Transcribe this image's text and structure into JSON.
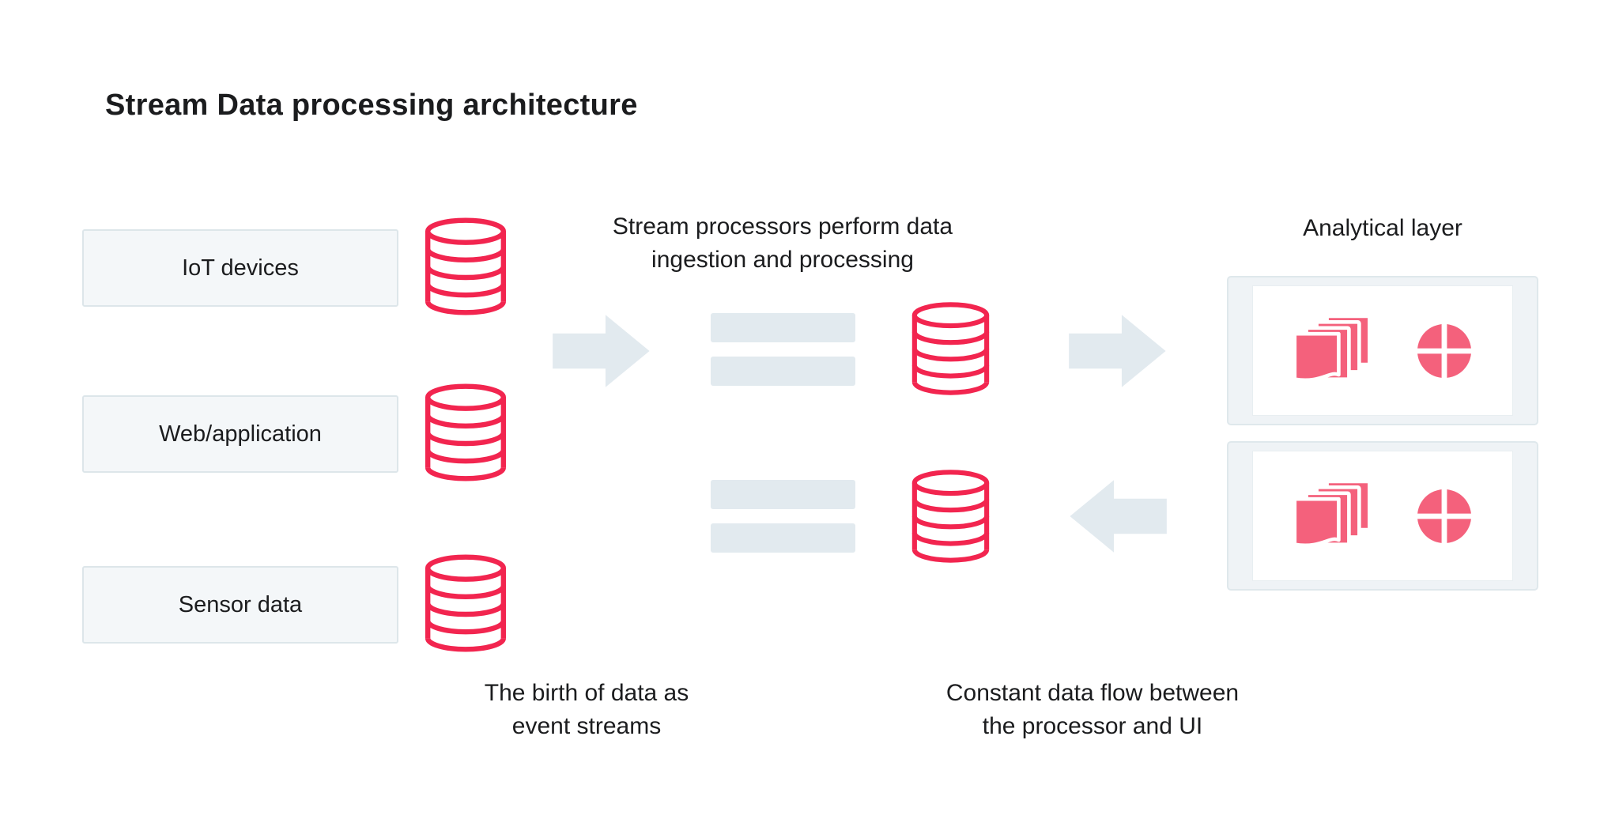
{
  "title": "Stream Data processing architecture",
  "colors": {
    "pink": "#F2254F",
    "soft_pink": "#F4617C",
    "steel": "#E2EAEF",
    "box_bg": "#F4F7F9",
    "box_border": "#DDE6EA",
    "card_bg": "#EFF3F6",
    "card_border": "#DFE8EC",
    "text": "#1B1C1E"
  },
  "sources": {
    "items": [
      {
        "label": "IoT devices"
      },
      {
        "label": "Web/application"
      },
      {
        "label": "Sensor data"
      }
    ],
    "caption": "The birth of data as\nevent streams"
  },
  "processor": {
    "label": "Stream processors perform data\ningestion and processing",
    "caption": "Constant data flow between\nthe processor and UI"
  },
  "analytics": {
    "label": "Analytical layer"
  }
}
